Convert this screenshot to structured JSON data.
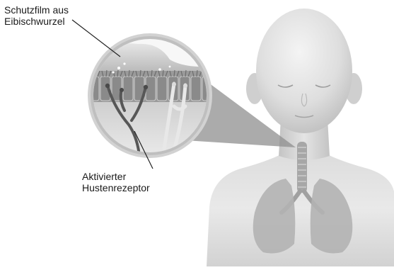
{
  "labels": {
    "protective_film": {
      "line1": "Schutzfilm aus",
      "line2": "Eibischwurzel"
    },
    "cough_receptor": {
      "line1": "Aktivierter",
      "line2": "Hustenrezeptor"
    }
  },
  "colors": {
    "skin_light": "#ededed",
    "skin_mid": "#d6d6d6",
    "skin_shadow": "#a9a9a9",
    "lungs": "#b5b5b5",
    "trachea": "#9a9a9a",
    "magnifier_ring": "#c8c8c8",
    "film": "#c9c9c9",
    "mucosa": "#8a8a8a",
    "cilia": "#6f6f6f",
    "nerve_active": "#555555",
    "nerve_inactive": "#e6e6e6",
    "leader_line": "#222222"
  }
}
